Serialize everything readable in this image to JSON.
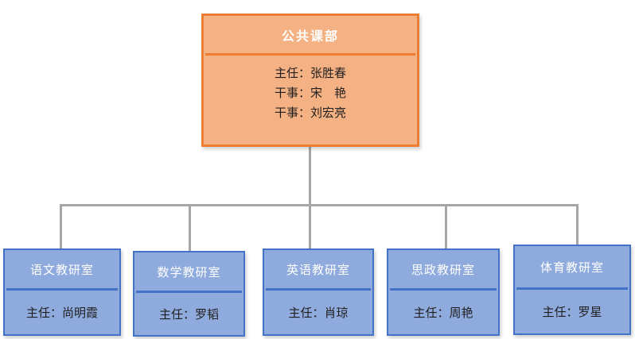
{
  "colors": {
    "orange-border": "#ED7D31",
    "orange-fill": "#F4B183",
    "blue-border": "#4472C4",
    "blue-fill": "#8FAADC",
    "connector": "#A6A6A6",
    "header-text": "#FFFFFF",
    "body-text": "#1F1F1F"
  },
  "org": {
    "root": {
      "title": "公共课部",
      "members": [
        "主任：张胜春",
        "干事：宋　艳",
        "干事：刘宏亮"
      ]
    },
    "children": [
      {
        "title": "语文教研室",
        "leader": "主任：尚明霞"
      },
      {
        "title": "数学教研室",
        "leader": "主任：罗韬"
      },
      {
        "title": "英语教研室",
        "leader": "主任：肖琼"
      },
      {
        "title": "思政教研室",
        "leader": "主任：周艳"
      },
      {
        "title": "体育教研室",
        "leader": "主任：罗星"
      }
    ]
  }
}
